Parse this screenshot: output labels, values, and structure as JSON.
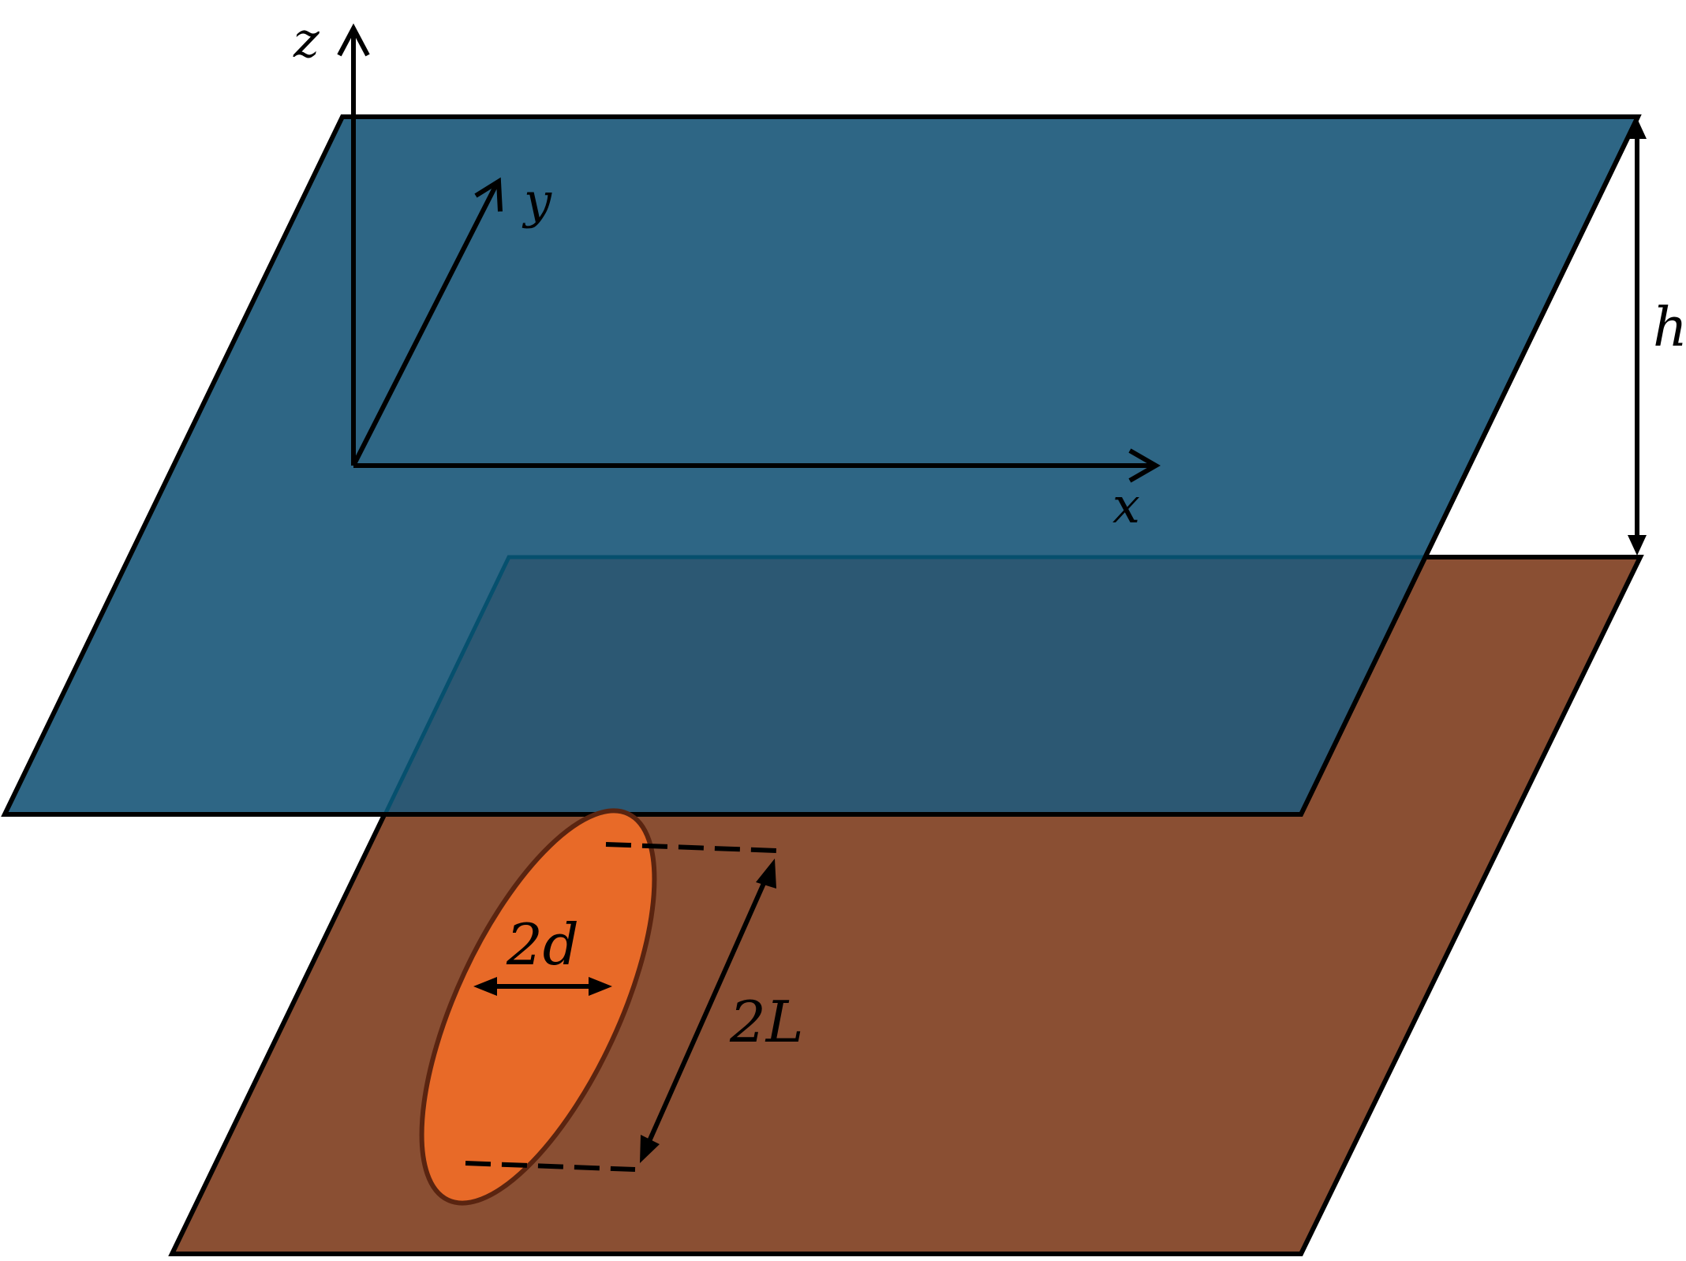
{
  "labels": {
    "z_axis": "z",
    "y_axis": "y",
    "x_axis": "x",
    "height": "h",
    "width_dim": "2d",
    "length_dim": "2L"
  },
  "colors": {
    "top_plane": "#2e6685",
    "bottom_plane": "#8a4f33",
    "overlap": "#2c5873",
    "ellipse_fill": "#e86a28",
    "ellipse_stroke": "#5a2410",
    "line": "#000000"
  }
}
